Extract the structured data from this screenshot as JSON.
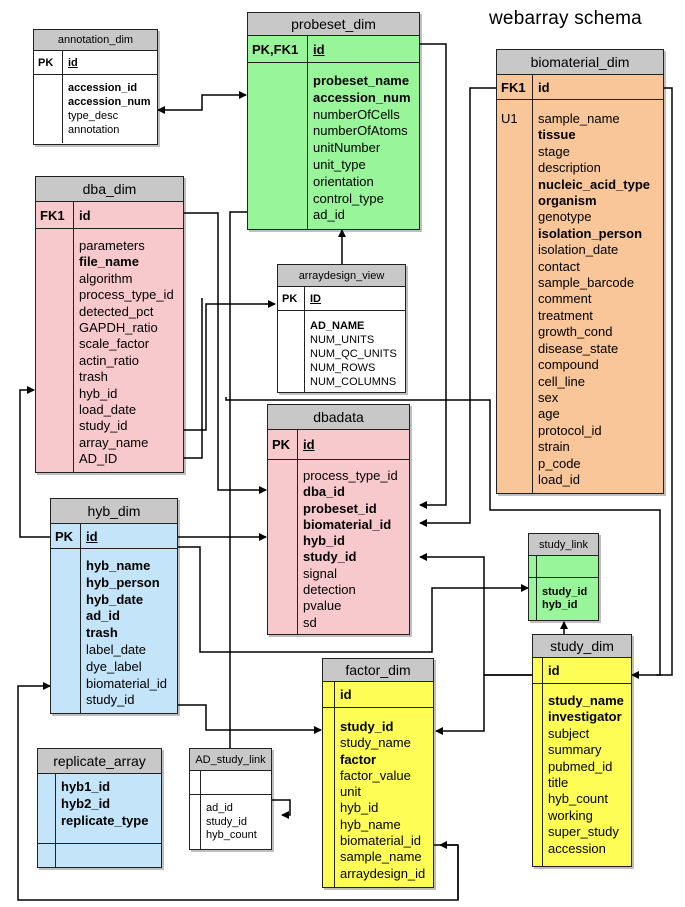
{
  "title": "webarray schema",
  "colors": {
    "green": "#99f59a",
    "orange": "#f9c699",
    "pink": "#f8c9cc",
    "blue": "#c4e4fa",
    "yellow": "#fdfd55",
    "white": "#ffffff",
    "header": "#c8c8c8"
  },
  "tables": {
    "annotation_dim": {
      "name": "annotation_dim",
      "pk_key": "PK",
      "pk": "id",
      "fields": [
        {
          "text": "accession_id",
          "bold": true
        },
        {
          "text": "accession_num",
          "bold": true
        },
        {
          "text": "type_desc",
          "bold": false
        },
        {
          "text": "annotation",
          "bold": false
        }
      ]
    },
    "probeset_dim": {
      "name": "probeset_dim",
      "pk_key": "PK,FK1",
      "pk": "id",
      "fields": [
        {
          "text": "probeset_name",
          "bold": true
        },
        {
          "text": "accession_num",
          "bold": true
        },
        {
          "text": "numberOfCells",
          "bold": false
        },
        {
          "text": "numberOfAtoms",
          "bold": false
        },
        {
          "text": "unitNumber",
          "bold": false
        },
        {
          "text": "unit_type",
          "bold": false
        },
        {
          "text": "orientation",
          "bold": false
        },
        {
          "text": "control_type",
          "bold": false
        },
        {
          "text": "ad_id",
          "bold": false
        }
      ]
    },
    "biomaterial_dim": {
      "name": "biomaterial_dim",
      "pk_key": "FK1",
      "pk": "id",
      "field_key": "U1",
      "fields": [
        {
          "text": "sample_name",
          "bold": false
        },
        {
          "text": "tissue",
          "bold": true
        },
        {
          "text": "stage",
          "bold": false
        },
        {
          "text": "description",
          "bold": false
        },
        {
          "text": "nucleic_acid_type",
          "bold": true
        },
        {
          "text": "organism",
          "bold": true
        },
        {
          "text": "genotype",
          "bold": false
        },
        {
          "text": "isolation_person",
          "bold": true
        },
        {
          "text": "isolation_date",
          "bold": false
        },
        {
          "text": "contact",
          "bold": false
        },
        {
          "text": "sample_barcode",
          "bold": false
        },
        {
          "text": "comment",
          "bold": false
        },
        {
          "text": "treatment",
          "bold": false
        },
        {
          "text": "growth_cond",
          "bold": false
        },
        {
          "text": "disease_state",
          "bold": false
        },
        {
          "text": "compound",
          "bold": false
        },
        {
          "text": "cell_line",
          "bold": false
        },
        {
          "text": "sex",
          "bold": false
        },
        {
          "text": "age",
          "bold": false
        },
        {
          "text": "protocol_id",
          "bold": false
        },
        {
          "text": "strain",
          "bold": false
        },
        {
          "text": "p_code",
          "bold": false
        },
        {
          "text": "load_id",
          "bold": false
        }
      ]
    },
    "dba_dim": {
      "name": "dba_dim",
      "pk_key": "FK1",
      "pk": "id",
      "fields": [
        {
          "text": "parameters",
          "bold": false
        },
        {
          "text": "file_name",
          "bold": true
        },
        {
          "text": "algorithm",
          "bold": false
        },
        {
          "text": "process_type_id",
          "bold": false
        },
        {
          "text": "detected_pct",
          "bold": false
        },
        {
          "text": "GAPDH_ratio",
          "bold": false
        },
        {
          "text": "scale_factor",
          "bold": false
        },
        {
          "text": "actin_ratio",
          "bold": false
        },
        {
          "text": "trash",
          "bold": false
        },
        {
          "text": "hyb_id",
          "bold": false
        },
        {
          "text": "load_date",
          "bold": false
        },
        {
          "text": "study_id",
          "bold": false
        },
        {
          "text": "array_name",
          "bold": false
        },
        {
          "text": "AD_ID",
          "bold": false
        }
      ]
    },
    "arraydesign_view": {
      "name": "arraydesign_view",
      "pk_key": "PK",
      "pk": "ID",
      "fields": [
        {
          "text": "AD_NAME",
          "bold": true
        },
        {
          "text": "NUM_UNITS",
          "bold": false
        },
        {
          "text": "NUM_QC_UNITS",
          "bold": false
        },
        {
          "text": "NUM_ROWS",
          "bold": false
        },
        {
          "text": "NUM_COLUMNS",
          "bold": false
        }
      ]
    },
    "dbadata": {
      "name": "dbadata",
      "pk_key": "PK",
      "pk": "id",
      "fields": [
        {
          "text": "process_type_id",
          "bold": false
        },
        {
          "text": "dba_id",
          "bold": true
        },
        {
          "text": "probeset_id",
          "bold": true
        },
        {
          "text": "biomaterial_id",
          "bold": true
        },
        {
          "text": "hyb_id",
          "bold": true
        },
        {
          "text": "study_id",
          "bold": true
        },
        {
          "text": "signal",
          "bold": false
        },
        {
          "text": "detection",
          "bold": false
        },
        {
          "text": "pvalue",
          "bold": false
        },
        {
          "text": "sd",
          "bold": false
        }
      ]
    },
    "hyb_dim": {
      "name": "hyb_dim",
      "pk_key": "PK",
      "pk": "id",
      "fields": [
        {
          "text": "hyb_name",
          "bold": true
        },
        {
          "text": "hyb_person",
          "bold": true
        },
        {
          "text": "hyb_date",
          "bold": true
        },
        {
          "text": "ad_id",
          "bold": true
        },
        {
          "text": "trash",
          "bold": true
        },
        {
          "text": "label_date",
          "bold": false
        },
        {
          "text": "dye_label",
          "bold": false
        },
        {
          "text": "biomaterial_id",
          "bold": false
        },
        {
          "text": "study_id",
          "bold": false
        }
      ]
    },
    "study_link": {
      "name": "study_link",
      "pk_key": "",
      "pk": "",
      "fields": [
        {
          "text": "study_id",
          "bold": true
        },
        {
          "text": "hyb_id",
          "bold": true
        }
      ]
    },
    "study_dim": {
      "name": "study_dim",
      "pk_key": "",
      "pk": "id",
      "fields": [
        {
          "text": "study_name",
          "bold": true
        },
        {
          "text": "investigator",
          "bold": true
        },
        {
          "text": "subject",
          "bold": false
        },
        {
          "text": "summary",
          "bold": false
        },
        {
          "text": "pubmed_id",
          "bold": false
        },
        {
          "text": "title",
          "bold": false
        },
        {
          "text": "hyb_count",
          "bold": false
        },
        {
          "text": "working",
          "bold": false
        },
        {
          "text": "super_study",
          "bold": false
        },
        {
          "text": "accession",
          "bold": false
        }
      ]
    },
    "factor_dim": {
      "name": "factor_dim",
      "pk_key": "",
      "pk": "id",
      "fields": [
        {
          "text": "study_id",
          "bold": true
        },
        {
          "text": "study_name",
          "bold": false
        },
        {
          "text": "factor",
          "bold": true
        },
        {
          "text": "factor_value",
          "bold": false
        },
        {
          "text": "unit",
          "bold": false
        },
        {
          "text": "hyb_id",
          "bold": false
        },
        {
          "text": "hyb_name",
          "bold": false
        },
        {
          "text": "biomaterial_id",
          "bold": false
        },
        {
          "text": "sample_name",
          "bold": false
        },
        {
          "text": "arraydesign_id",
          "bold": false
        }
      ]
    },
    "replicate_array": {
      "name": "replicate_array",
      "pk_key": "",
      "pk": "",
      "fields": [
        {
          "text": "hyb1_id",
          "bold": true
        },
        {
          "text": "hyb2_id",
          "bold": true
        },
        {
          "text": "replicate_type",
          "bold": true
        }
      ]
    },
    "AD_study_link": {
      "name": "AD_study_link",
      "pk_key": "",
      "pk": "",
      "fields": [
        {
          "text": "ad_id",
          "bold": false
        },
        {
          "text": "study_id",
          "bold": false
        },
        {
          "text": "hyb_count",
          "bold": false
        }
      ]
    }
  }
}
